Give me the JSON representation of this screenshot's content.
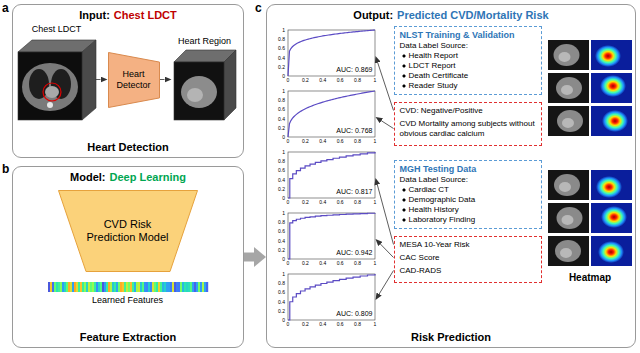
{
  "diagram": {
    "nodes": [
      {
        "text": [
          "Input:",
          "Chest LDCT",
          "Heart Detection"
        ]
      },
      {
        "text": [
          "Chest LDCT"
        ],
        "in": 0
      },
      {
        "text": [
          "Heart Detector"
        ],
        "in": 0
      },
      {
        "text": [
          "Heart Region"
        ],
        "in": 0
      },
      {
        "text": [
          "Model:",
          "Deep Learning",
          "Feature Extraction"
        ]
      },
      {
        "text": [
          "CVD Risk Prediction Model"
        ],
        "in": 4
      },
      {
        "text": [
          "Learned Features"
        ],
        "in": 4
      },
      {
        "text": [
          "Output:",
          "Predicted CVD/Mortality Risk",
          "Risk Prediction"
        ]
      },
      {
        "text": [
          "AUC: 0.869"
        ],
        "in": 7
      },
      {
        "text": [
          "AUC: 0.768"
        ],
        "in": 7
      },
      {
        "text": [
          "AUC: 0.817"
        ],
        "in": 7
      },
      {
        "text": [
          "AUC: 0.942"
        ],
        "in": 7
      },
      {
        "text": [
          "AUC: 0.809"
        ],
        "in": 7
      },
      {
        "text": [
          "NLST Training & Validation",
          "Data Label Source:",
          "Health Report",
          "LDCT Report",
          "Death Certificate",
          "Reader Study"
        ],
        "in": 7
      },
      {
        "text": [
          "CVD: Negative/Positive",
          "CVD Mortality among subjects without obvious cardiac calcium"
        ],
        "in": 7
      },
      {
        "text": [
          "MGH Testing Data",
          "Data Label Source:",
          "Cardiac CT",
          "Demographic Data",
          "Health History",
          "Laboratory Finding"
        ],
        "in": 7
      },
      {
        "text": [
          "MESA 10-Year Risk",
          "CAC Score",
          "CAD-RADS"
        ],
        "in": 7
      }
    ],
    "edges": [
      {
        "from": 1,
        "to": 2,
        "arrow": "to"
      },
      {
        "from": 2,
        "to": 3,
        "arrow": "to"
      },
      {
        "from": 4,
        "to": 7,
        "arrow": "to"
      },
      {
        "from": 14,
        "to": 8,
        "arrow": "to"
      },
      {
        "from": 14,
        "to": 9,
        "arrow": "to"
      },
      {
        "from": 16,
        "to": 10,
        "arrow": "to"
      },
      {
        "from": 16,
        "to": 11,
        "arrow": "to"
      },
      {
        "from": 16,
        "to": 12,
        "arrow": "to"
      }
    ],
    "labels": [
      "a",
      "b",
      "c",
      "1",
      "0.8",
      "0.6",
      "0.4",
      "0.2",
      "0",
      "0",
      "0.2",
      "0.4",
      "0.6",
      "0.8",
      "1",
      "1",
      "0.8",
      "0.6",
      "0.4",
      "0.2",
      "0",
      "0",
      "0.2",
      "0.4",
      "0.6",
      "0.8",
      "1",
      "1",
      "0.8",
      "0.6",
      "0.4",
      "0.2",
      "0",
      "0",
      "0.2",
      "0.4",
      "0.6",
      "0.8",
      "1",
      "1",
      "0.8",
      "0.6",
      "0.4",
      "0.2",
      "0",
      "0",
      "0.2",
      "0.4",
      "0.6",
      "0.8",
      "1",
      "1",
      "0.8",
      "0.6",
      "0.4",
      "0.2",
      "0",
      "0",
      "0.2",
      "0.4",
      "0.6",
      "0.8",
      "1",
      "Heatmap"
    ]
  }
}
